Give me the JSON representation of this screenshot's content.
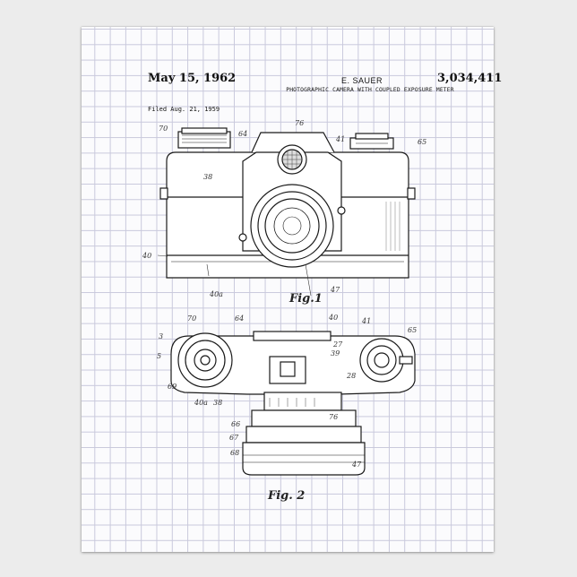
{
  "patent": {
    "date": "May 15, 1962",
    "inventor": "E. SAUER",
    "number": "3,034,411",
    "title": "PHOTOGRAPHIC CAMERA WITH COUPLED EXPOSURE METER",
    "filed": "Filed Aug. 21, 1959"
  },
  "figures": [
    {
      "label": "Fig.1"
    },
    {
      "label": "Fig. 2"
    }
  ],
  "fig1_refs": [
    "70",
    "64",
    "76",
    "41",
    "65",
    "38",
    "40",
    "40a",
    "47"
  ],
  "fig2_refs": [
    "70",
    "64",
    "40",
    "41",
    "65",
    "3",
    "5",
    "27",
    "39",
    "28",
    "69",
    "40a",
    "38",
    "66",
    "67",
    "68",
    "76",
    "47"
  ]
}
